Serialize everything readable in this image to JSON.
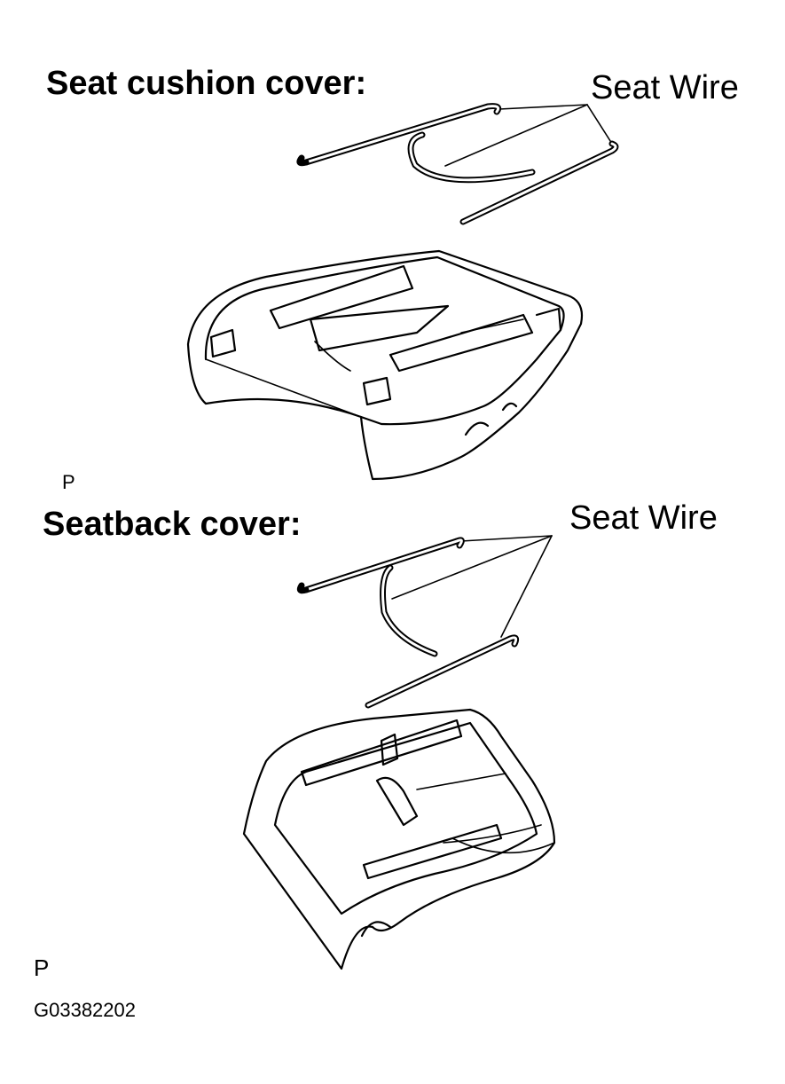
{
  "diagram": {
    "sections": [
      {
        "title": "Seat cushion cover:",
        "callout": "Seat Wire",
        "marker": "P"
      },
      {
        "title": "Seatback cover:",
        "callout": "Seat Wire",
        "marker": "P"
      }
    ],
    "figure_code": "G03382202"
  }
}
